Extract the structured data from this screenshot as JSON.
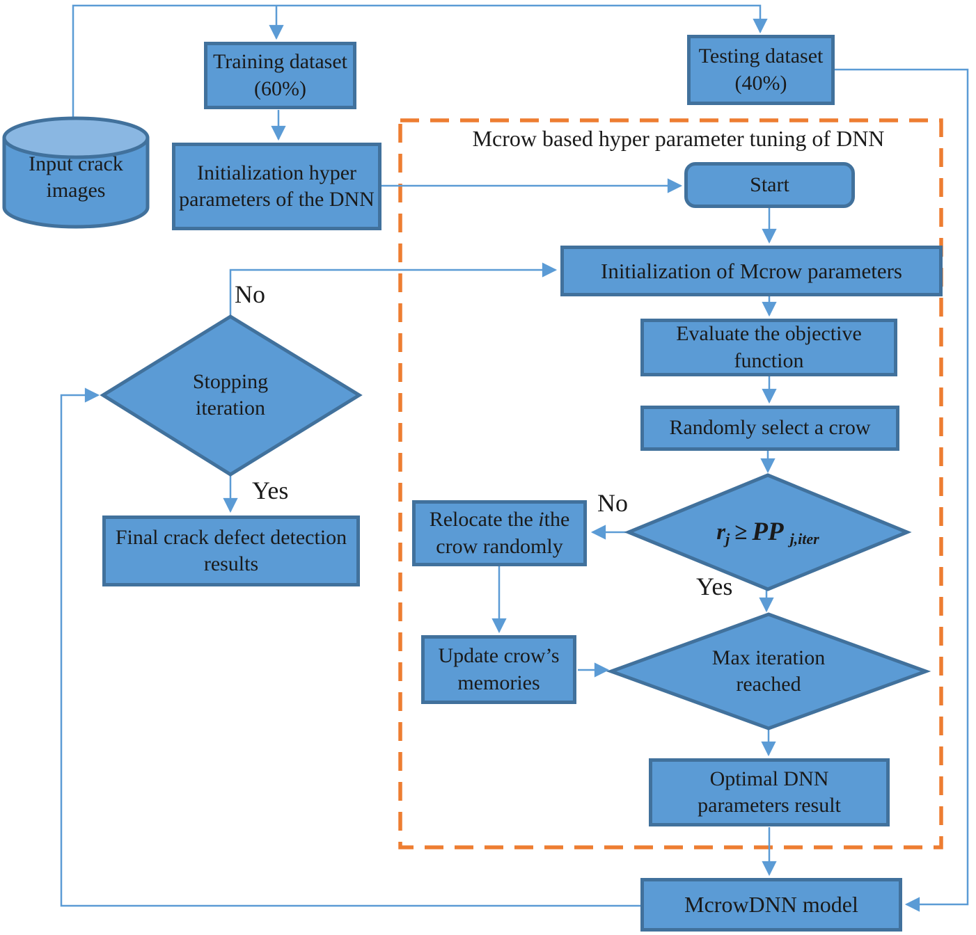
{
  "title": "Mcrow based hyper parameter tuning of DNN",
  "colors": {
    "node_fill": "#5b9bd5",
    "node_border": "#41719c",
    "cylinder_top": "#8ab7e2",
    "connector": "#5b9bd5",
    "dashed": "#ed7d31",
    "text_color": "#1a1a1a"
  },
  "nodes": {
    "input_crack_images": "Input crack images",
    "training_dataset": "Training dataset (60%)",
    "testing_dataset": "Testing dataset (40%)",
    "init_hyper_params": "Initialization hyper parameters of the DNN",
    "start": "Start",
    "init_mcrow_params": "Initialization of Mcrow parameters",
    "evaluate_objective": "Evaluate the objective function",
    "randomly_select_crow": "Randomly select a crow",
    "update_memories": "Update crow’s memories",
    "max_iteration": "Max iteration reached",
    "optimal_dnn": "Optimal DNN parameters result",
    "mcrowdnn_model": "McrowDNN model",
    "stopping_iteration": "Stopping iteration",
    "final_results": "Final crack defect detection results"
  },
  "relocate": {
    "a": "Relocate the ",
    "b": "i",
    "c": "the crow randomly"
  },
  "formula": {
    "lhs": "r",
    "lhs_sub": "j",
    "op": "≥",
    "rhs": "PP",
    "rhs_sub": "j,iter"
  },
  "labels": {
    "stopping_no": "No",
    "stopping_yes": "Yes",
    "rj_no": "No",
    "rj_yes": "Yes"
  },
  "edges": [
    {
      "from": "input_crack_images",
      "to": "training_dataset"
    },
    {
      "from": "input_crack_images",
      "to": "testing_dataset"
    },
    {
      "from": "training_dataset",
      "to": "init_hyper_params"
    },
    {
      "from": "init_hyper_params",
      "to": "start"
    },
    {
      "from": "start",
      "to": "init_mcrow_params"
    },
    {
      "from": "init_mcrow_params",
      "to": "evaluate_objective"
    },
    {
      "from": "evaluate_objective",
      "to": "randomly_select_crow"
    },
    {
      "from": "randomly_select_crow",
      "to": "rj_condition"
    },
    {
      "from": "rj_condition",
      "to": "relocate_crow",
      "label": "No"
    },
    {
      "from": "rj_condition",
      "to": "max_iteration",
      "label": "Yes"
    },
    {
      "from": "relocate_crow",
      "to": "update_memories"
    },
    {
      "from": "update_memories",
      "to": "max_iteration"
    },
    {
      "from": "max_iteration",
      "to": "optimal_dnn"
    },
    {
      "from": "optimal_dnn",
      "to": "mcrowdnn_model"
    },
    {
      "from": "testing_dataset",
      "to": "mcrowdnn_model"
    },
    {
      "from": "mcrowdnn_model",
      "to": "stopping_iteration"
    },
    {
      "from": "stopping_iteration",
      "to": "init_mcrow_params",
      "label": "No"
    },
    {
      "from": "stopping_iteration",
      "to": "final_results",
      "label": "Yes"
    }
  ]
}
